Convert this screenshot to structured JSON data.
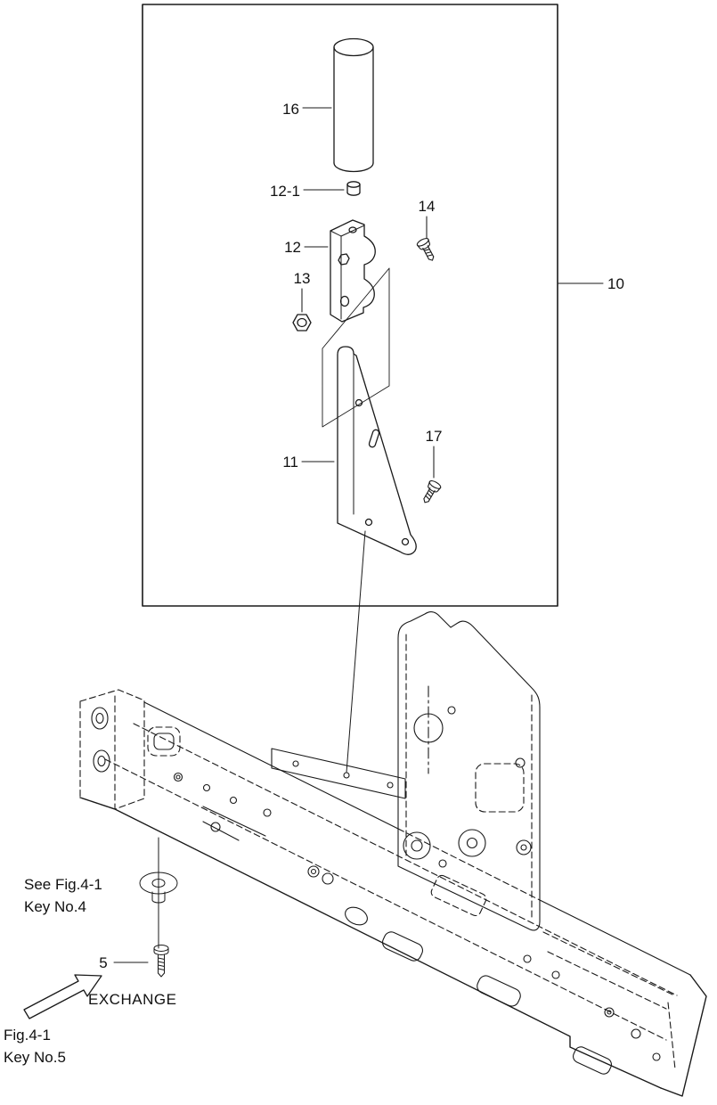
{
  "figure": {
    "background": "#ffffff",
    "ink": "#1a1a1a",
    "kind": "exploded-parts-diagram"
  },
  "callouts": {
    "part10": "10",
    "part11": "11",
    "part12": "12",
    "part12_1": "12-1",
    "part13": "13",
    "part14": "14",
    "part16": "16",
    "part17": "17",
    "part5": "5"
  },
  "notes": {
    "see_fig_4_1": "See Fig.4-1",
    "key_no_4": "Key No.4",
    "exchange": "EXCHANGE",
    "fig_4_1": "Fig.4-1",
    "key_no_5": "Key No.5"
  }
}
